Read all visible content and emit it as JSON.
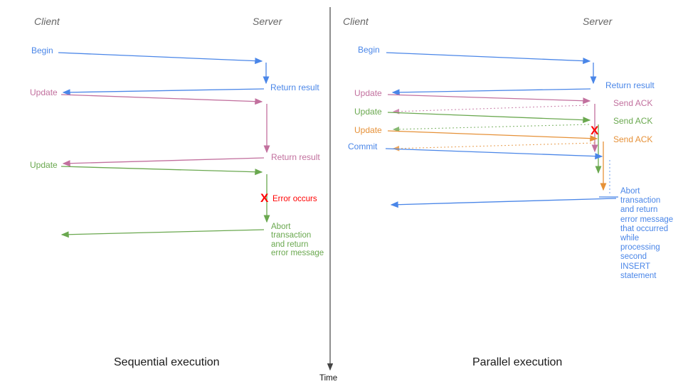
{
  "divider": {
    "time_label": "Time"
  },
  "colors": {
    "blue": "#4A86E8",
    "pink": "#C2709E",
    "green": "#6AA84F",
    "orange": "#E69138",
    "red": "#FF0000",
    "axis": "#444444"
  },
  "left": {
    "title": "Sequential execution",
    "client_label": "Client",
    "server_label": "Server",
    "events": {
      "begin": "Begin",
      "update1": "Update",
      "update2": "Update"
    },
    "server_notes": {
      "return1": "Return result",
      "return2": "Return result",
      "error": "Error occurs"
    },
    "error_icon": "X",
    "abort_lines": [
      "Abort",
      "transaction",
      "and return",
      "error message"
    ]
  },
  "right": {
    "title": "Parallel execution",
    "client_label": "Client",
    "server_label": "Server",
    "events": {
      "begin": "Begin",
      "update1": "Update",
      "update2": "Update",
      "update3": "Update",
      "commit": "Commit"
    },
    "server_notes": {
      "return1": "Return result",
      "ack1": "Send ACK",
      "ack2": "Send ACK",
      "ack3": "Send ACK"
    },
    "error_icon": "X",
    "abort_lines": [
      "Abort",
      "transaction",
      "and return",
      "error message",
      "that occurred",
      "while",
      "processing",
      "second",
      "INSERT",
      "statement"
    ]
  }
}
